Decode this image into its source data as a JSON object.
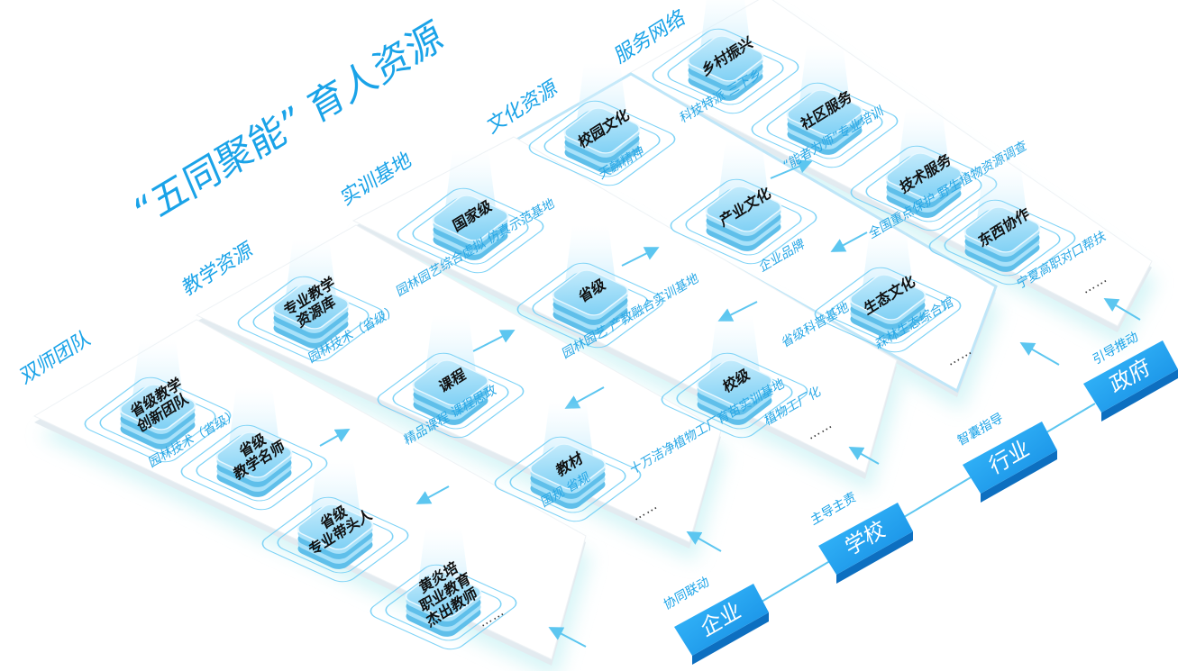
{
  "title": "“五同聚能” 育人资源",
  "sections": [
    {
      "name": "双师团队",
      "cubes": [
        "省级教学\n创新团队",
        "省级\n教学名师",
        "省级\n专业带头人",
        "黄炎培\n职业教育\n杰出教师"
      ],
      "notes": [
        "园林技术（省级）"
      ],
      "more": "……"
    },
    {
      "name": "教学资源",
      "cubes": [
        "专业教学\n资源库",
        "课程",
        "教材"
      ],
      "notes": [
        "园林技术（省级）",
        "精品课程  课程思政",
        "国规      省规"
      ],
      "more": "……"
    },
    {
      "name": "实训基地",
      "cubes": [
        "国家级",
        "省级",
        "校级"
      ],
      "notes": [
        "园林园艺综合虚拟 仿真示范基地",
        "园林园艺\n产教融合实训基地",
        "十万洁净植物工厂育苗实训基地",
        "植物工厂化"
      ],
      "more": "……"
    },
    {
      "name": "文化资源",
      "cubes": [
        "校园文化",
        "产业文化",
        "生态文化"
      ],
      "notes": [
        "天麟精神",
        "企业品牌",
        "省级科普基地",
        "森林生态综合馆"
      ],
      "more": "……"
    },
    {
      "name": "服务网络",
      "cubes": [
        "乡村振兴",
        "社区服务",
        "技术服务",
        "东西协作"
      ],
      "notes": [
        "科技特派   三下乡",
        "“能者为师”专业培训",
        "全国重点保护\n野生植物资源调查",
        "宁夏高职对口帮扶"
      ],
      "more": "……"
    }
  ],
  "stakeholders": [
    {
      "name": "政府",
      "role": "引导推动"
    },
    {
      "name": "行业",
      "role": "智囊指导"
    },
    {
      "name": "学校",
      "role": "主导主责"
    },
    {
      "name": "企业",
      "role": "协同联动"
    }
  ],
  "colors": {
    "accent": "#1aa3e8",
    "cube": "#8fd6f7",
    "box": "#1e9ff0",
    "line": "#5cc6f0"
  }
}
